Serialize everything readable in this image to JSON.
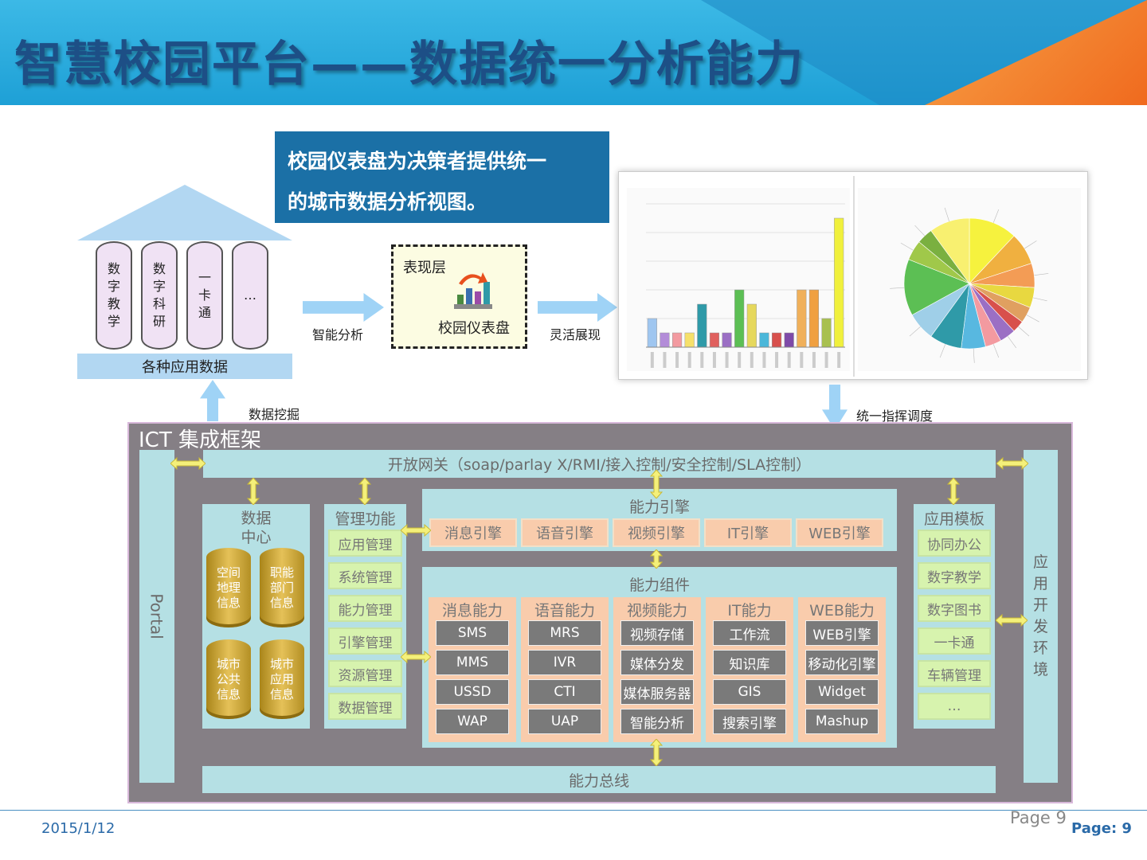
{
  "slide": {
    "title": "智慧校园平台——数据统一分析能力",
    "date": "2015/1/12",
    "page_label": "Page 9",
    "page_number": "Page: 9"
  },
  "top": {
    "callout_line1": "校园仪表盘为决策者提供统一",
    "callout_line2": "的城市数据分析视图。",
    "cylinders": [
      "数字教学",
      "数字科研",
      "一卡通",
      "…"
    ],
    "app_data_label": "各种应用数据",
    "arrow_smart_analysis": "智能分析",
    "arrow_flexible_display": "灵活展现",
    "presentation_layer": "表现层",
    "dashboard_label": "校园仪表盘",
    "data_mining": "数据挖掘",
    "unified_command": "统一指挥调度"
  },
  "ict": {
    "title": "ICT 集成框架",
    "open_gateway": "开放网关（soap/parlay X/RMI/接入控制/安全控制/SLA控制）",
    "portal": "Portal",
    "data_center": {
      "title": "数据\n中心",
      "items": [
        "空间地理信息",
        "职能部门信息",
        "城市公共信息",
        "城市应用信息"
      ]
    },
    "management": {
      "title": "管理功能",
      "items": [
        "应用管理",
        "系统管理",
        "能力管理",
        "引擎管理",
        "资源管理",
        "数据管理"
      ]
    },
    "engine": {
      "title": "能力引擎",
      "items": [
        "消息引擎",
        "语音引擎",
        "视频引擎",
        "IT引擎",
        "WEB引擎"
      ]
    },
    "components": {
      "title": "能力组件",
      "columns": [
        {
          "title": "消息能力",
          "items": [
            "SMS",
            "MMS",
            "USSD",
            "WAP"
          ]
        },
        {
          "title": "语音能力",
          "items": [
            "MRS",
            "IVR",
            "CTI",
            "UAP"
          ]
        },
        {
          "title": "视频能力",
          "items": [
            "视频存储",
            "媒体分发",
            "媒体服务器",
            "智能分析"
          ]
        },
        {
          "title": "IT能力",
          "items": [
            "工作流",
            "知识库",
            "GIS",
            "搜索引擎"
          ]
        },
        {
          "title": "WEB能力",
          "items": [
            "WEB引擎",
            "移动化引擎",
            "Widget",
            "Mashup"
          ]
        }
      ]
    },
    "templates": {
      "title": "应用模板",
      "items": [
        "协同办公",
        "数字教学",
        "数字图书",
        "一卡通",
        "车辆管理",
        "…"
      ]
    },
    "dev_env": "应用开发环境",
    "bus": "能力总线"
  },
  "chart_data": [
    {
      "type": "bar",
      "values": [
        2,
        1,
        1,
        1,
        3,
        1,
        1,
        4,
        3,
        1,
        1,
        1,
        4,
        4,
        2,
        9
      ],
      "ylim": [
        0,
        10
      ],
      "colors": [
        "#9fc6f0",
        "#b38cd8",
        "#f39aa0",
        "#f6e06a",
        "#2f9aa8",
        "#e0605e",
        "#9b6fc4",
        "#5cbf54",
        "#e6d85c",
        "#4bb7d9",
        "#d8504c",
        "#7e4aa8",
        "#f0b05a",
        "#f0a040",
        "#a8c050",
        "#f0f03c"
      ]
    },
    {
      "type": "pie",
      "values": [
        12,
        8,
        6,
        5,
        4,
        3,
        4,
        4,
        6,
        8,
        7,
        14,
        5,
        4,
        10
      ],
      "colors": [
        "#f6f23e",
        "#f0b040",
        "#f39c55",
        "#e8d840",
        "#e0a060",
        "#d8504c",
        "#9b6fc4",
        "#f39aa0",
        "#58b8e0",
        "#2f9aa8",
        "#9fcfe8",
        "#5cbf54",
        "#a0c84a",
        "#7ab040",
        "#f8f070"
      ]
    }
  ],
  "colors": {
    "header": "#1ea0d6",
    "title": "#1d4f86",
    "callout": "#1b70a6",
    "frame": "#857f85"
  }
}
